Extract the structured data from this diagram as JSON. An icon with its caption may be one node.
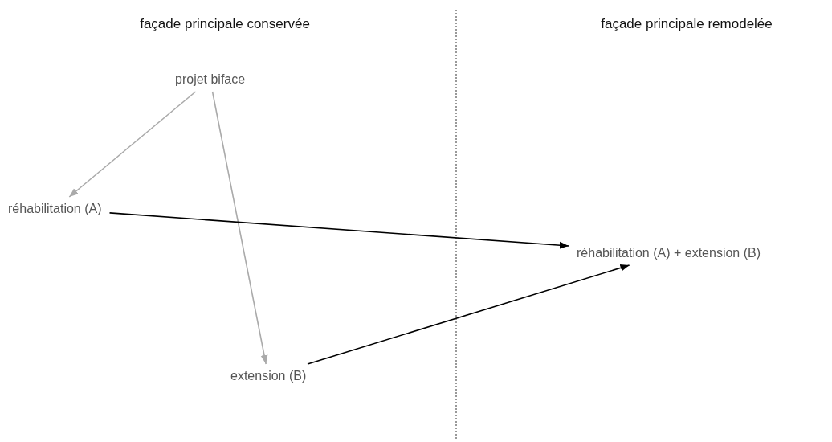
{
  "diagram": {
    "nodes": [
      {
        "text": [
          "projet biface"
        ]
      },
      {
        "text": [
          "réhabilitation (A)"
        ]
      },
      {
        "text": [
          "extension (B)"
        ]
      },
      {
        "text": [
          "réhabilitation (A)  + extension (B)"
        ]
      }
    ],
    "edges": [
      {
        "from": 0,
        "to": 1,
        "arrow": "to",
        "color": "#aaaaaa"
      },
      {
        "from": 0,
        "to": 2,
        "arrow": "to",
        "color": "#aaaaaa"
      },
      {
        "from": 1,
        "to": 3,
        "arrow": "to",
        "color": "#000000"
      },
      {
        "from": 2,
        "to": 3,
        "arrow": "to",
        "color": "#000000"
      }
    ],
    "labels": [
      "façade principale conservée",
      "façade principale remodelée"
    ]
  }
}
